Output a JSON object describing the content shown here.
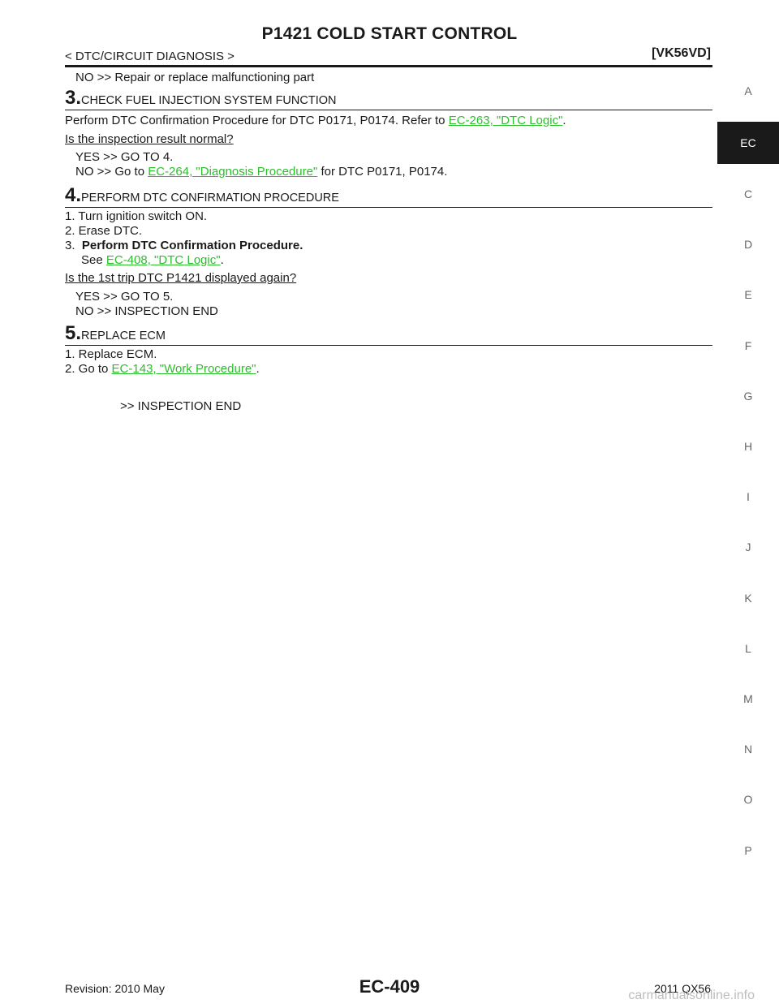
{
  "header": {
    "title": "P1421 COLD START CONTROL",
    "section": "< DTC/CIRCUIT DIAGNOSIS >",
    "engine": "[VK56VD]"
  },
  "content": {
    "line_no_repair": "NO >> Repair or replace malfunctioning part",
    "step3": {
      "num": "3.",
      "title": "CHECK FUEL INJECTION SYSTEM FUNCTION",
      "text": "Perform DTC Confirmation Procedure for DTC P0171, P0174. Refer to ",
      "link": "EC-263, \"DTC Logic\"",
      "text_end": ".",
      "question": "Is the inspection result normal?",
      "yes": "YES >> GO TO 4.",
      "no_prefix": "NO >> Go to ",
      "no_link": "EC-264, \"Diagnosis Procedure\"",
      "no_suffix": " for DTC P0171, P0174."
    },
    "step4": {
      "num": "4.",
      "title": "PERFORM DTC CONFIRMATION PROCEDURE",
      "item1": "1. Turn ignition switch ON.",
      "item2": "2. Erase DTC.",
      "item3_num": "3.",
      "item3": "Perform DTC Confirmation Procedure.",
      "see": "See ",
      "see_link": "EC-408, \"DTC Logic\"",
      "see_end": ".",
      "question": "Is the 1st trip DTC P1421 displayed again?",
      "yes": "YES >> GO TO 5.",
      "no": "NO >> INSPECTION END"
    },
    "step5": {
      "num": "5.",
      "title": "REPLACE ECM",
      "item1": "1. Replace ECM.",
      "item2_prefix": "2. Go to ",
      "item2_link": "EC-143, \"Work Procedure\"",
      "item2_end": ".",
      "end": ">> INSPECTION END"
    }
  },
  "side_tabs": [
    "A",
    "EC",
    "C",
    "D",
    "E",
    "F",
    "G",
    "H",
    "I",
    "J",
    "K",
    "L",
    "M",
    "N",
    "O",
    "P"
  ],
  "footer": {
    "revision": "Revision: 2010 May",
    "page": "EC-409",
    "model": "2011 QX56",
    "watermark": "carmanualsonline.info"
  }
}
